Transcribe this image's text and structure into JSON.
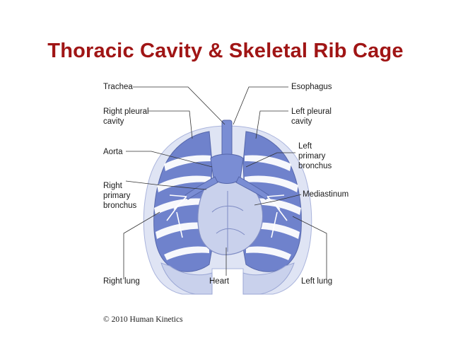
{
  "slide": {
    "title": "Thoracic Cavity & Skeletal Rib Cage"
  },
  "diagram": {
    "labels": {
      "trachea": "Trachea",
      "esophagus": "Esophagus",
      "right_pleural_cavity": "Right pleural\ncavity",
      "left_pleural_cavity": "Left pleural\ncavity",
      "aorta": "Aorta",
      "left_primary_bronchus": "Left\nprimary\nbronchus",
      "right_primary_bronchus": "Right\nprimary\nbronchus",
      "mediastinum": "Mediastinum",
      "right_lung": "Right lung",
      "heart": "Heart",
      "left_lung": "Left lung"
    },
    "colors": {
      "lung_blue": "#6f82cc",
      "pale_blue": "#c9d1ec",
      "outline": "#8a96c8"
    }
  },
  "footer": {
    "copyright": "© 2010 Human Kinetics"
  }
}
